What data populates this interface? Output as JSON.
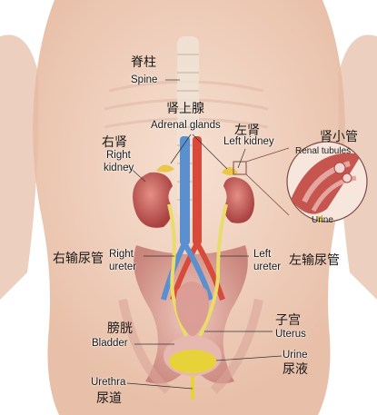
{
  "labels": {
    "spine": {
      "zh": "脊柱",
      "en": "Spine"
    },
    "adrenal": {
      "zh": "肾上腺",
      "en": "Adrenal glands"
    },
    "left_kidney": {
      "zh": "左肾",
      "en": "Left kidney"
    },
    "right_kidney": {
      "zh": "右肾",
      "en_line1": "Right",
      "en_line2": "kidney"
    },
    "renal_tubules": {
      "zh": "肾小管",
      "en": "Renal tubules"
    },
    "inset_urine": "Urine",
    "right_ureter": {
      "zh": "右输尿管",
      "en_line1": "Right",
      "en_line2": "ureter"
    },
    "left_ureter": {
      "zh": "左输尿管",
      "en_line1": "Left",
      "en_line2": "ureter"
    },
    "bladder": {
      "zh": "膀胱",
      "en": "Bladder"
    },
    "uterus": {
      "zh": "子宫",
      "en": "Uterus"
    },
    "urine": {
      "zh": "尿液",
      "en": "Urine"
    },
    "urethra": {
      "zh": "尿道",
      "en": "Urethra"
    }
  },
  "colors": {
    "skin": "#f2d3c0",
    "kidney": "#c85a5a",
    "ureter": "#e9dc6a",
    "aorta": "#d84a3a",
    "vein": "#5a8fd0",
    "bladder": "#e7b8b0",
    "urine": "#e8d23a"
  }
}
